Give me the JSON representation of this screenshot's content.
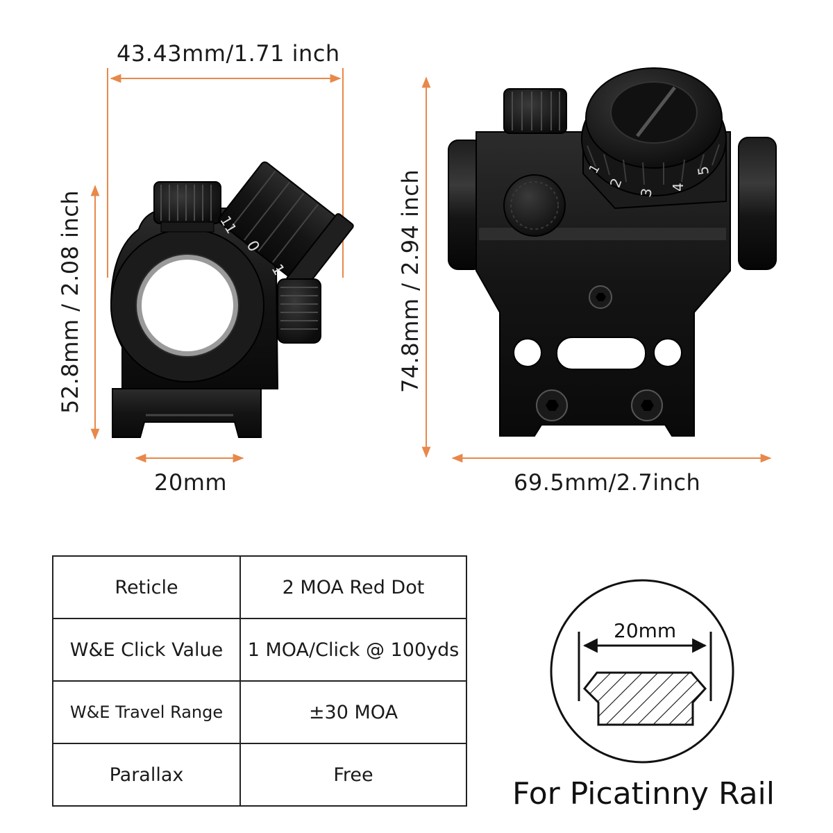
{
  "dimensions": {
    "side_width": "43.43mm/1.71 inch",
    "side_height": "52.8mm / 2.08 inch",
    "mount_width": "20mm",
    "front_height": "74.8mm / 2.94 inch",
    "front_width": "69.5mm/2.7inch"
  },
  "turret_marks": {
    "side": [
      "11",
      "0",
      "1"
    ],
    "front": [
      "1",
      "2",
      "3",
      "4",
      "5"
    ]
  },
  "specs": [
    {
      "label": "Reticle",
      "value": "2 MOA Red Dot"
    },
    {
      "label": "W&E Click Value",
      "value": "1 MOA/Click @ 100yds"
    },
    {
      "label": "W&E Travel Range",
      "value": "±30 MOA"
    },
    {
      "label": "Parallax",
      "value": "Free"
    }
  ],
  "rail": {
    "width_label": "20mm",
    "title": "For Picatinny Rail"
  },
  "colors": {
    "dimension_line": "#e8884a",
    "body": "#161616",
    "ink": "#111111"
  }
}
